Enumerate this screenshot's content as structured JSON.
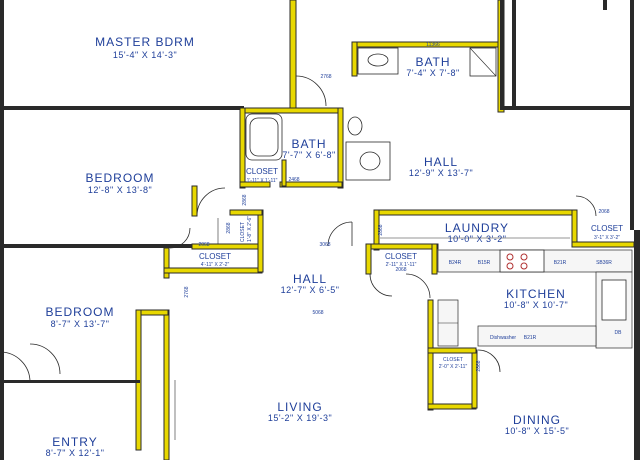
{
  "rooms": {
    "master": {
      "name": "MASTER BDRM",
      "dims": "15'-4\" X 14'-3\""
    },
    "bath_top": {
      "name": "BATH",
      "dims": "7'-4\" X 7'-8\""
    },
    "bath_mid": {
      "name": "BATH",
      "dims": "7'-7\" X 6'-8\""
    },
    "hall_right": {
      "name": "HALL",
      "dims": "12'-9\" X 13'-7\""
    },
    "bedroom_upper": {
      "name": "BEDROOM",
      "dims": "12'-8\" X 13'-8\""
    },
    "closet_bath": {
      "name": "CLOSET",
      "dims": "1'-11\" X 1'-11\""
    },
    "closet_vertical": {
      "name": "CLOSET",
      "dims": "1'-8\" X 2'-6\""
    },
    "closet_hall": {
      "name": "CLOSET",
      "dims": "4'-11\" X 2'-2\""
    },
    "laundry": {
      "name": "LAUNDRY",
      "dims": "10'-0\" X 3'-2\""
    },
    "closet_right": {
      "name": "CLOSET",
      "dims": "3'-1\" X 3'-2\""
    },
    "closet_laundry": {
      "name": "CLOSET",
      "dims": "2'-11\" X 1'-11\""
    },
    "hall_center": {
      "name": "HALL",
      "dims": "12'-7\" X 6'-5\""
    },
    "kitchen": {
      "name": "KITCHEN",
      "dims": "10'-8\" X 10'-7\""
    },
    "bedroom_lower": {
      "name": "BEDROOM",
      "dims": "8'-7\" X 13'-7\""
    },
    "closet_kitchen": {
      "name": "CLOSET",
      "dims": "2'-0\" X 2'-11\""
    },
    "living": {
      "name": "LIVING",
      "dims": "15'-2\" X 19'-3\""
    },
    "dining": {
      "name": "DINING",
      "dims": "10'-8\" X 15'-5\""
    },
    "entry": {
      "name": "ENTRY",
      "dims": "8'-7\" X 12'-1\""
    }
  },
  "codes": {
    "c1": "11366",
    "c2": "2768",
    "c3": "2468",
    "c4": "2868",
    "c5": "2868",
    "c6": "2068",
    "c7": "3068",
    "c8": "2868",
    "c9": "2068",
    "c10": "2068",
    "c11": "2768",
    "c12": "5068",
    "c13": "2868"
  },
  "cabinets": {
    "k1": "B24R",
    "k2": "B15R",
    "k3": "B21R",
    "k4": "B21R",
    "k5": "SB36R",
    "k6": "DB",
    "k7": "Dishwasher"
  },
  "colors": {
    "wall": "#e8d800",
    "text": "#1f3f9a"
  }
}
